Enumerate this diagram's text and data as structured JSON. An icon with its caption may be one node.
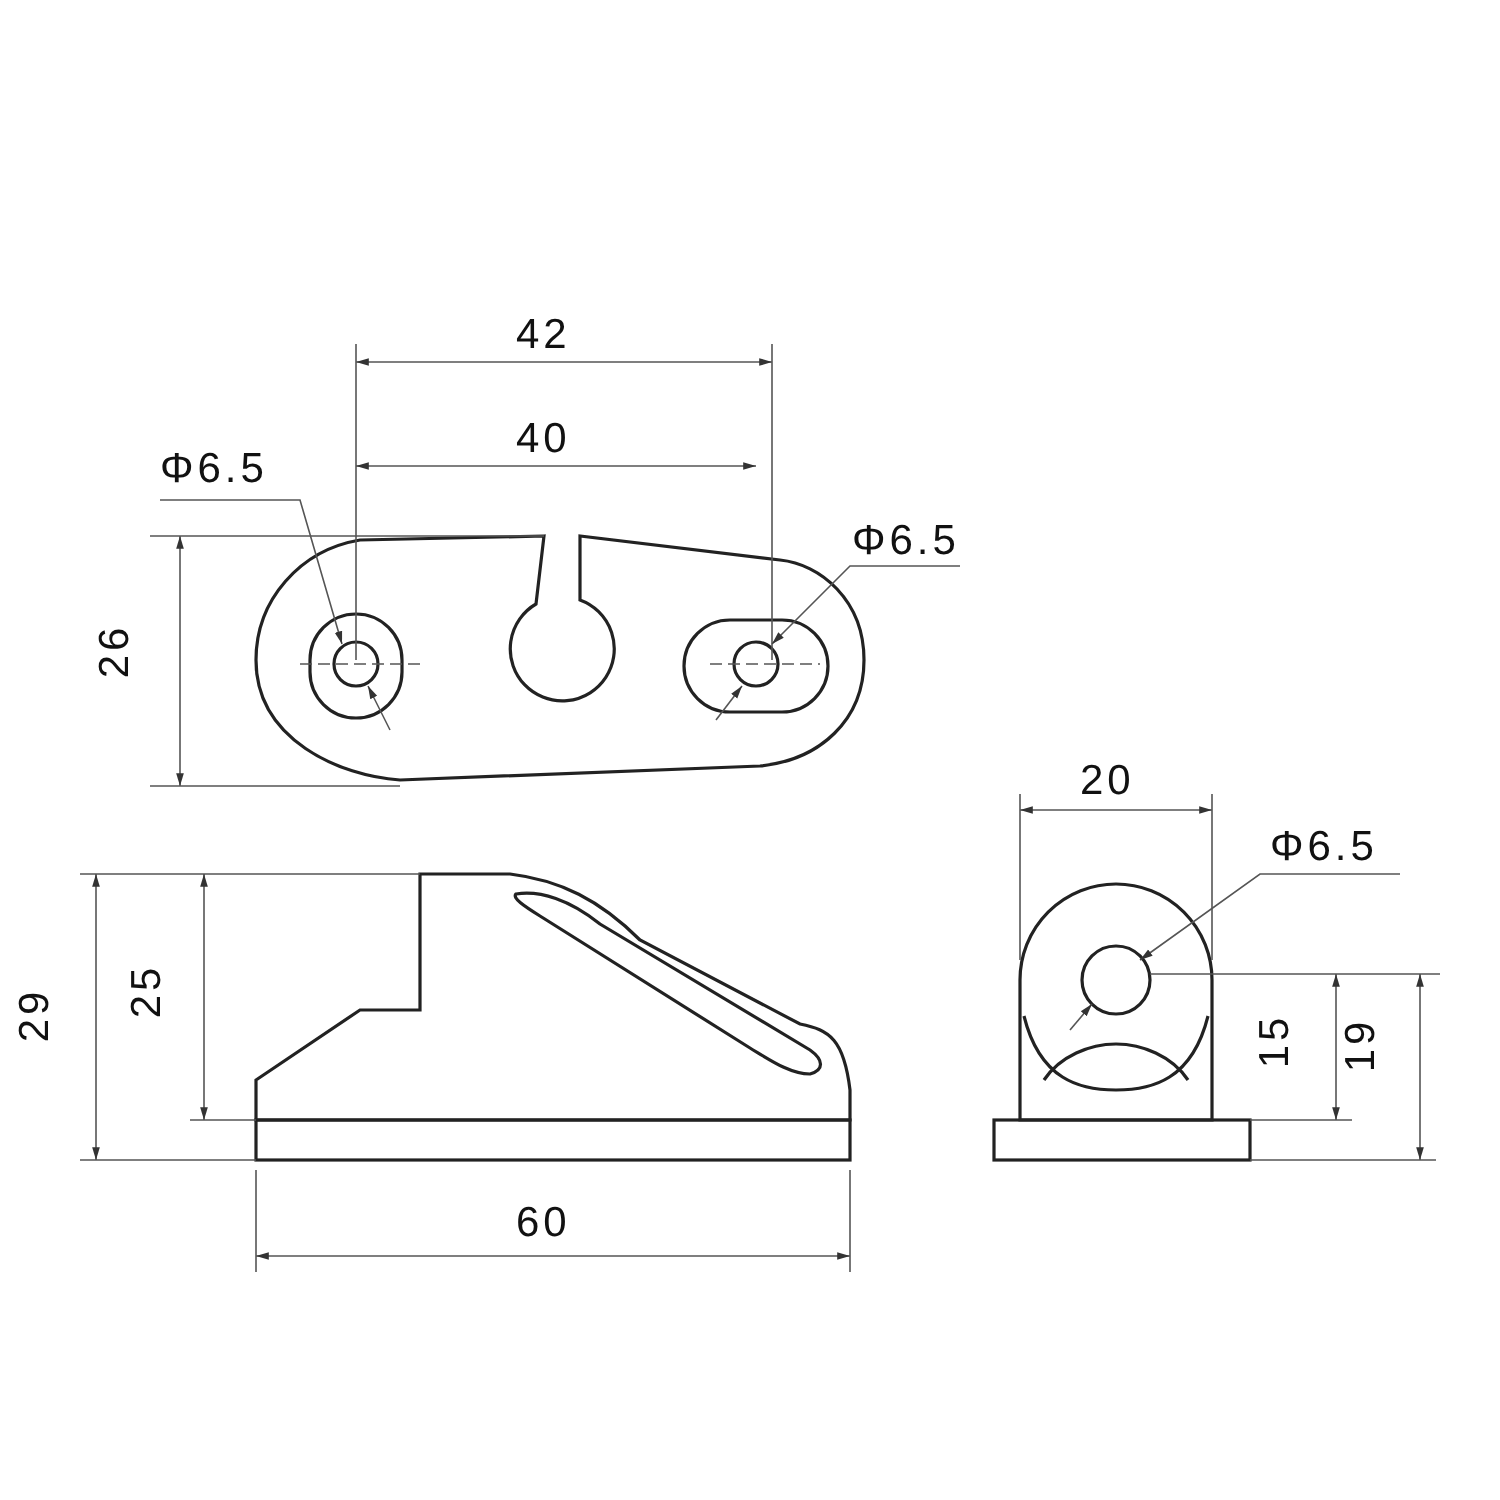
{
  "diagram": {
    "labels": [
      "42",
      "40",
      "Φ6.5",
      "Φ6.5",
      "26",
      "20",
      "Φ6.5",
      "29",
      "25",
      "15",
      "19",
      "60"
    ]
  }
}
